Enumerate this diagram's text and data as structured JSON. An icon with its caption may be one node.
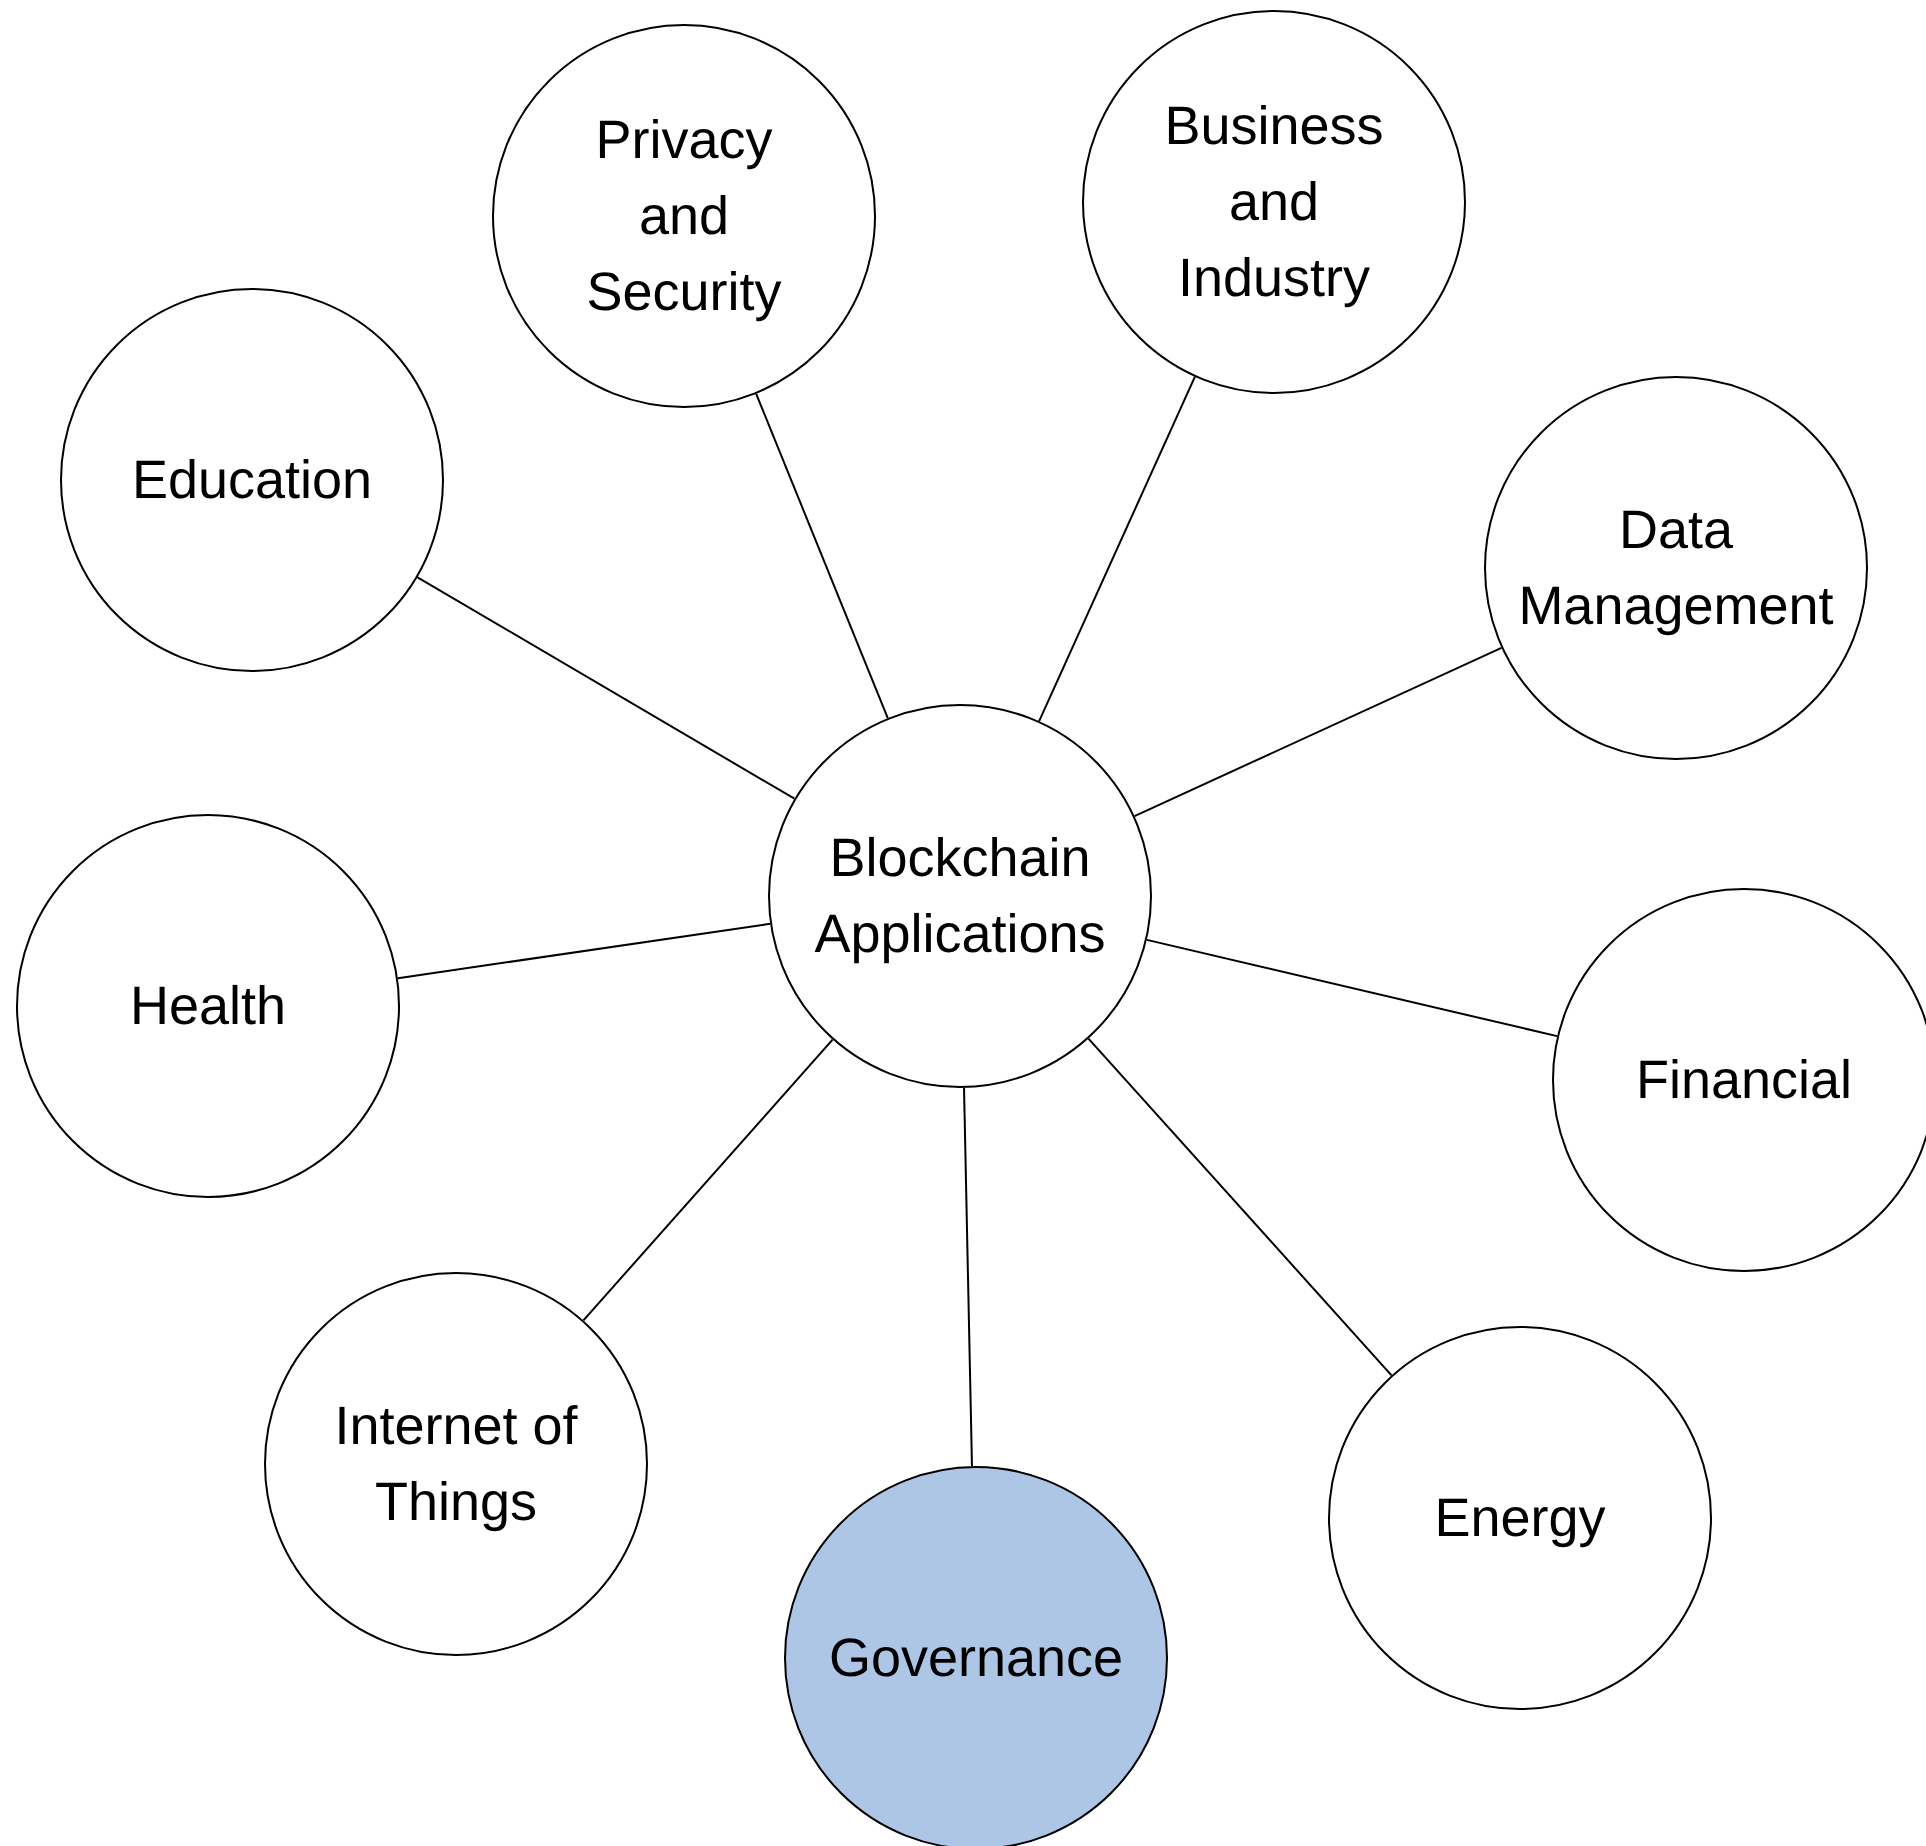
{
  "diagram": {
    "nodes": [
      {
        "text": [
          "Blockchain Applications"
        ]
      },
      {
        "text": [
          "Privacy and Security"
        ]
      },
      {
        "text": [
          "Business and Industry"
        ]
      },
      {
        "text": [
          "Education"
        ]
      },
      {
        "text": [
          "Data Management"
        ]
      },
      {
        "text": [
          "Health"
        ]
      },
      {
        "text": [
          "Financial"
        ]
      },
      {
        "text": [
          "Internet of Things"
        ]
      },
      {
        "text": [
          "Governance"
        ]
      },
      {
        "text": [
          "Energy"
        ]
      }
    ],
    "edges": [
      {
        "from": 0,
        "to": 1,
        "arrow": "none"
      },
      {
        "from": 0,
        "to": 2,
        "arrow": "none"
      },
      {
        "from": 0,
        "to": 3,
        "arrow": "none"
      },
      {
        "from": 0,
        "to": 4,
        "arrow": "none"
      },
      {
        "from": 0,
        "to": 5,
        "arrow": "none"
      },
      {
        "from": 0,
        "to": 6,
        "arrow": "none"
      },
      {
        "from": 0,
        "to": 7,
        "arrow": "none"
      },
      {
        "from": 0,
        "to": 8,
        "arrow": "none"
      },
      {
        "from": 0,
        "to": 9,
        "arrow": "none"
      }
    ]
  }
}
